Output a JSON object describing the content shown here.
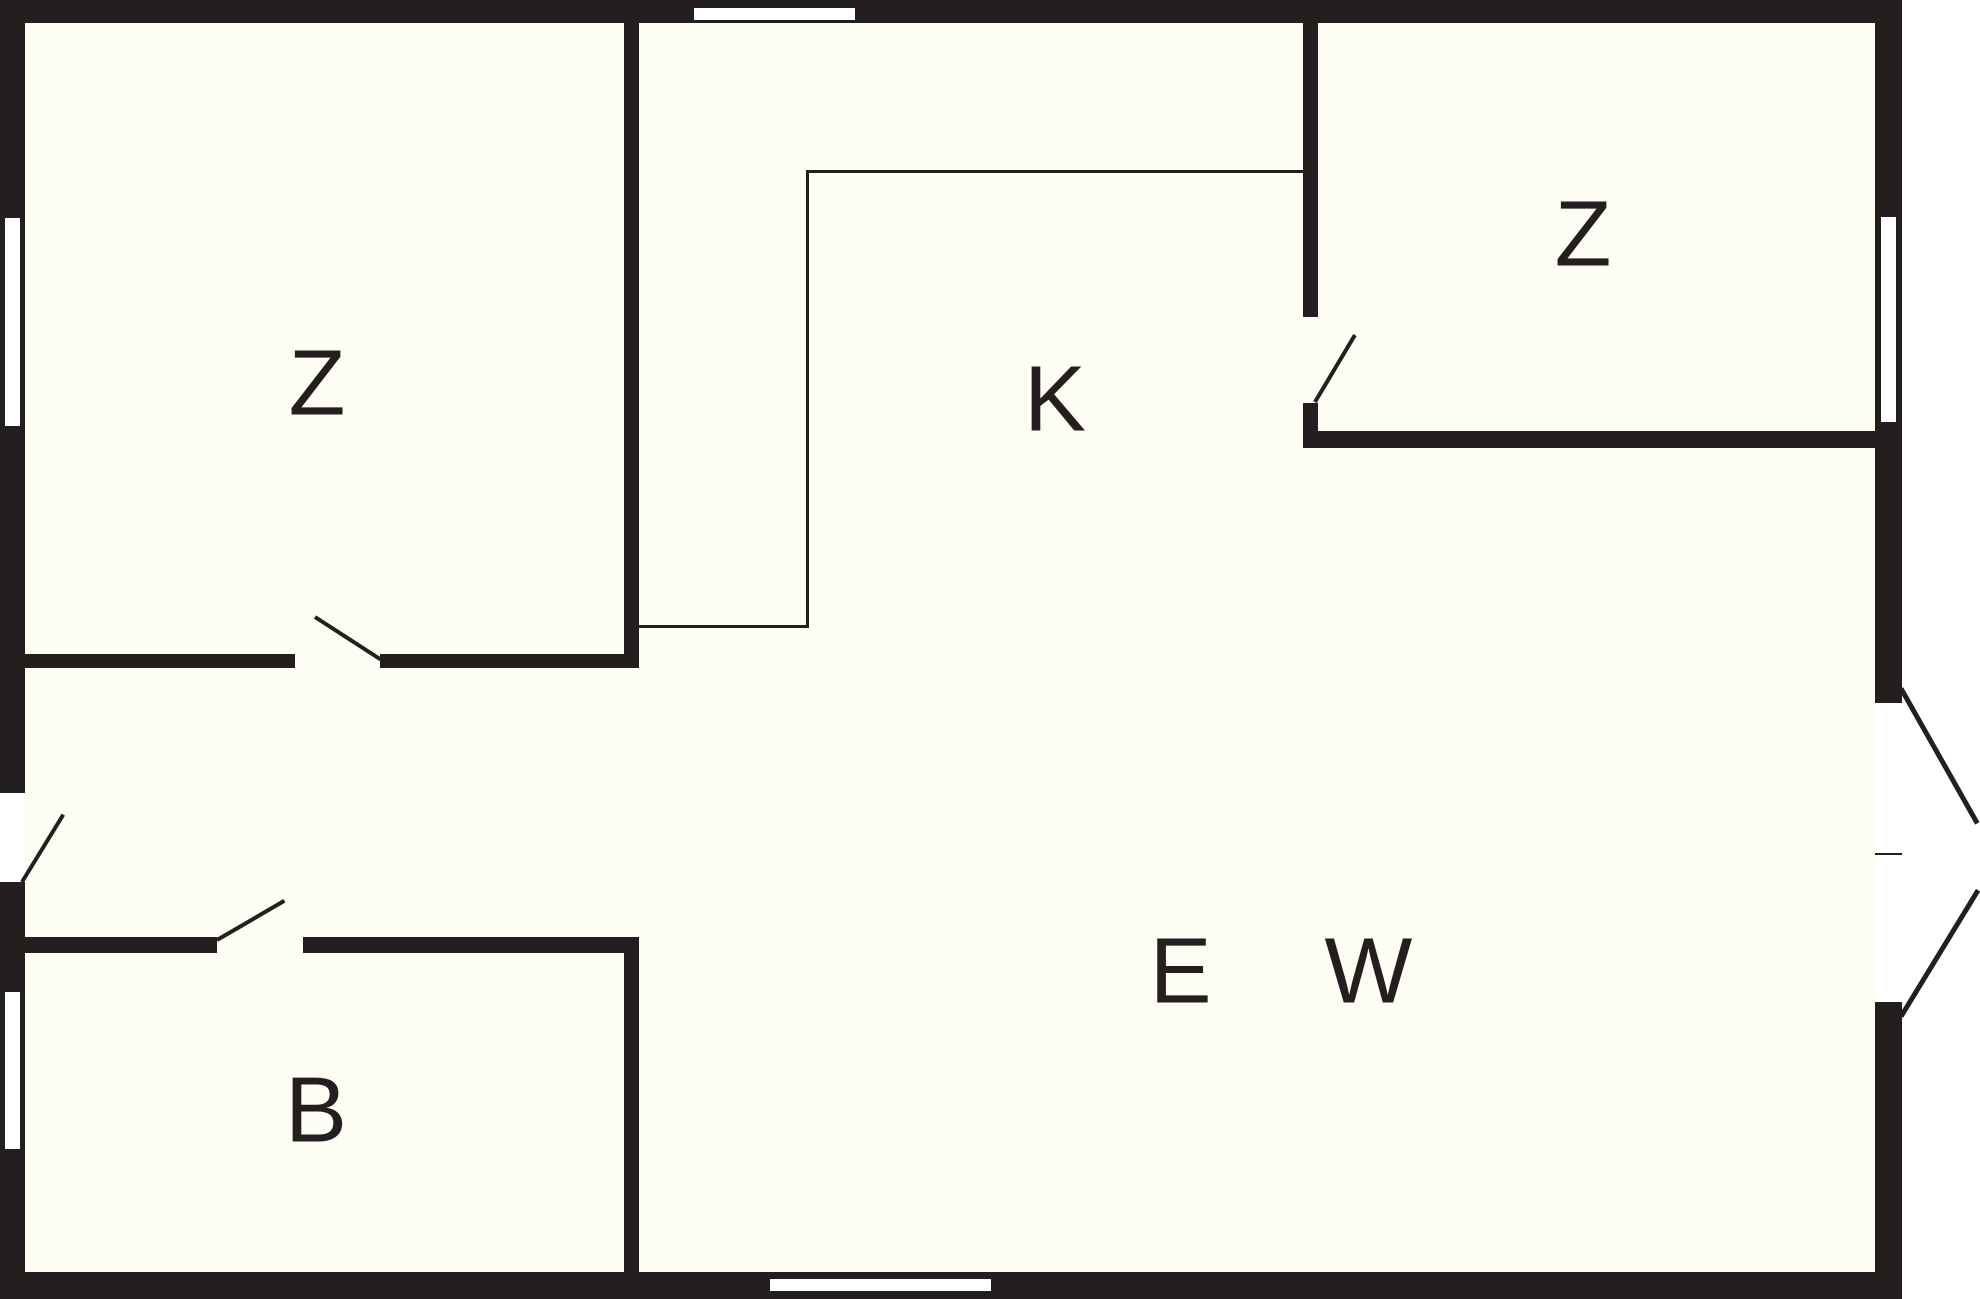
{
  "floor_plan": {
    "type": "apartment-floor-plan",
    "rooms": [
      {
        "id": "room-top-left",
        "label": "Z"
      },
      {
        "id": "room-top-right",
        "label": "Z"
      },
      {
        "id": "kitchen",
        "label": "K"
      },
      {
        "id": "living-dining",
        "label": "E W"
      },
      {
        "id": "bath",
        "label": "B"
      }
    ],
    "colors": {
      "wall": "#231f1e",
      "floor": "#fdfdf3",
      "outside": "#ffffff",
      "window_fill": "#ffffff"
    }
  }
}
